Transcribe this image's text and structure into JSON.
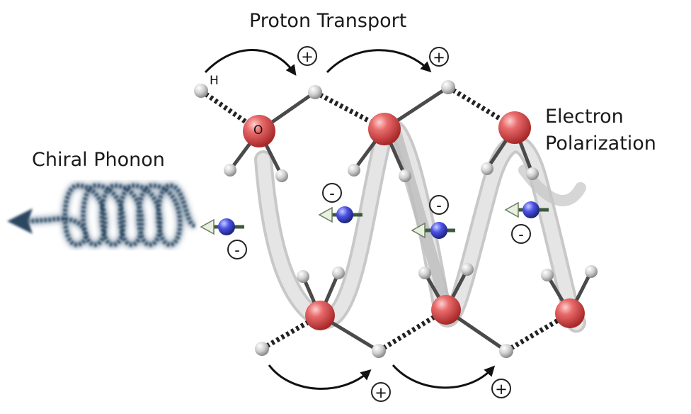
{
  "labels": {
    "proton_transport": "Proton Transport",
    "electron_line1": "Electron",
    "electron_line2": "Polarization",
    "chiral_phonon": "Chiral Phonon",
    "hydrogen": "H",
    "oxygen": "O"
  },
  "charges": {
    "plus": "+",
    "minus": "-"
  },
  "colors": {
    "oxygen": "#d94a4a",
    "hydrogen": "#d8d8d8",
    "electron": "#3b46d6",
    "phonon": "#2a4660",
    "ribbon": "#c8c8c8",
    "bond": "#4a4a4a"
  }
}
